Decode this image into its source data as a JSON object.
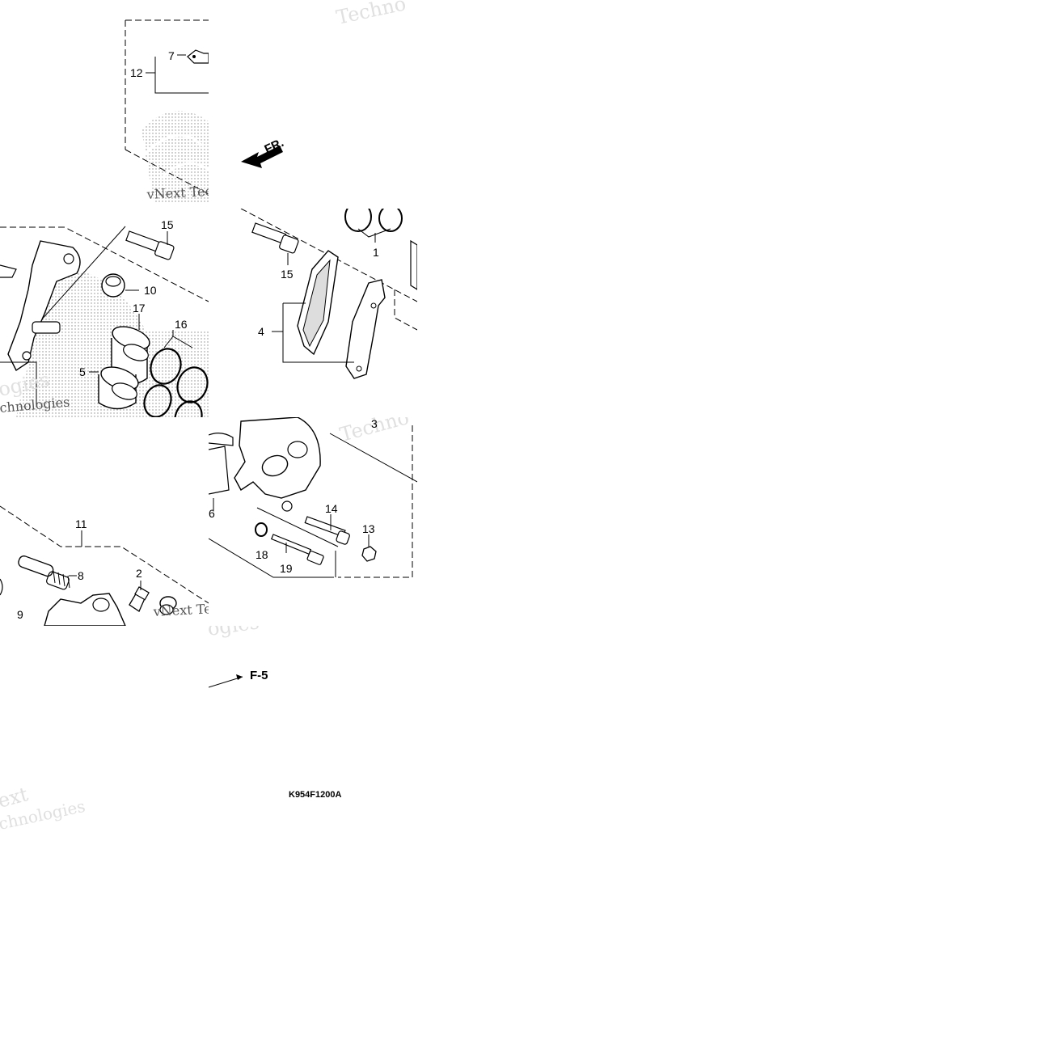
{
  "diagram": {
    "callouts": {
      "c1": "1",
      "c2": "2",
      "c3": "3",
      "c4": "4",
      "c5": "5",
      "c6": "6",
      "c7": "7",
      "c8": "8",
      "c9": "9",
      "c10": "10",
      "c11": "11",
      "c12": "12",
      "c13": "13",
      "c14": "14",
      "c15a": "15",
      "c15b": "15",
      "c16": "16",
      "c17": "17",
      "c18": "18",
      "c19": "19"
    },
    "front_arrow": "FR.",
    "ref_arrow": "F-5",
    "diagram_code": "K954F1200A",
    "watermarks": {
      "w1": "Techno",
      "w2": "vNext Tec",
      "w3": "ogies",
      "w4": "chnologies",
      "w5": "Techno",
      "w6": "vNext Tec",
      "w7": "ogies",
      "w8": "ext",
      "w9": "chnologies"
    }
  }
}
